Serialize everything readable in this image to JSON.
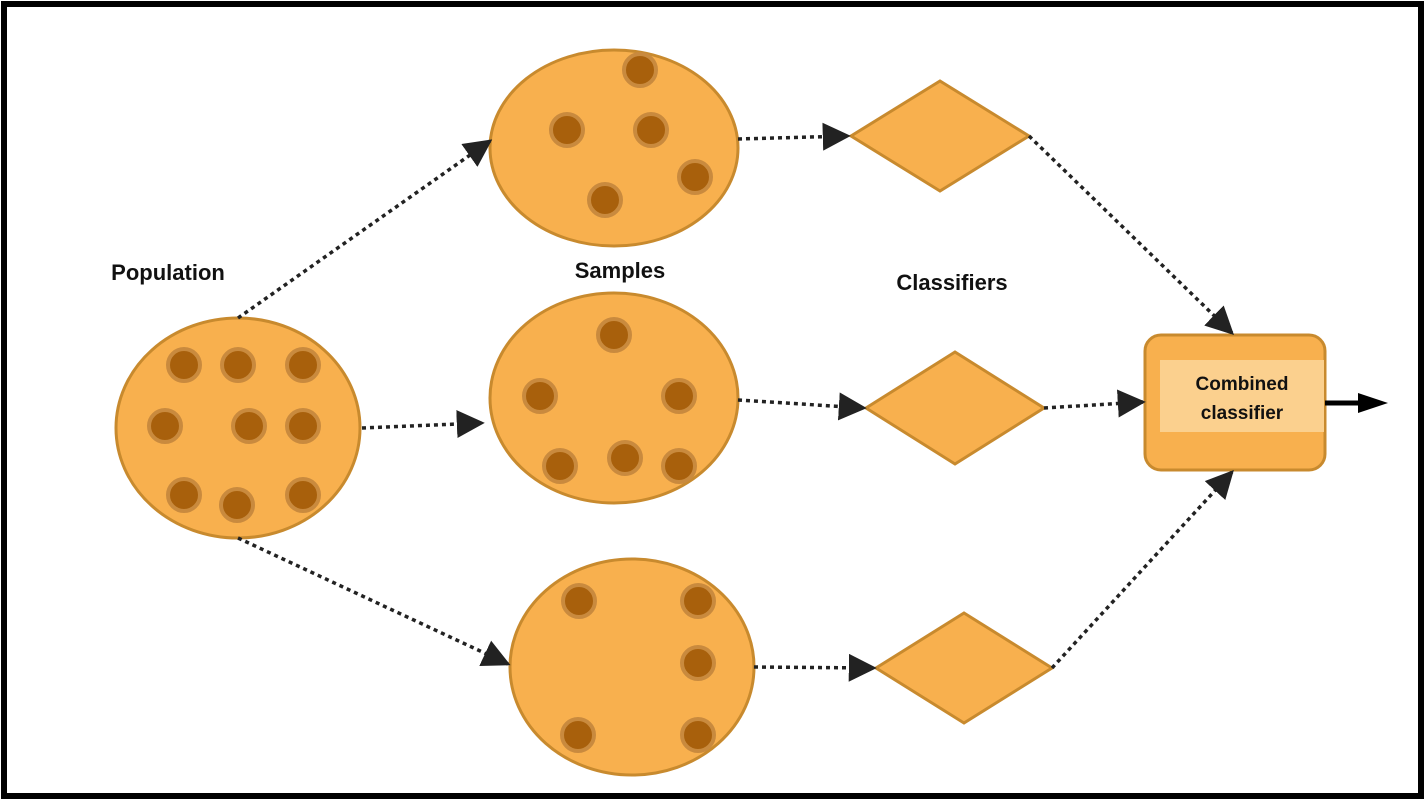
{
  "labels": {
    "population": "Population",
    "samples": "Samples",
    "classifiers": "Classifiers",
    "combined_line1": "Combined",
    "combined_line2": "classifier"
  },
  "colors": {
    "fill": "#F8B04E",
    "stroke": "#C88A2E",
    "dot": "#A8600C",
    "dot_ring": "#C98A3E",
    "box_inner": "#FBD08E",
    "arrow": "#222222",
    "border": "#000000"
  }
}
